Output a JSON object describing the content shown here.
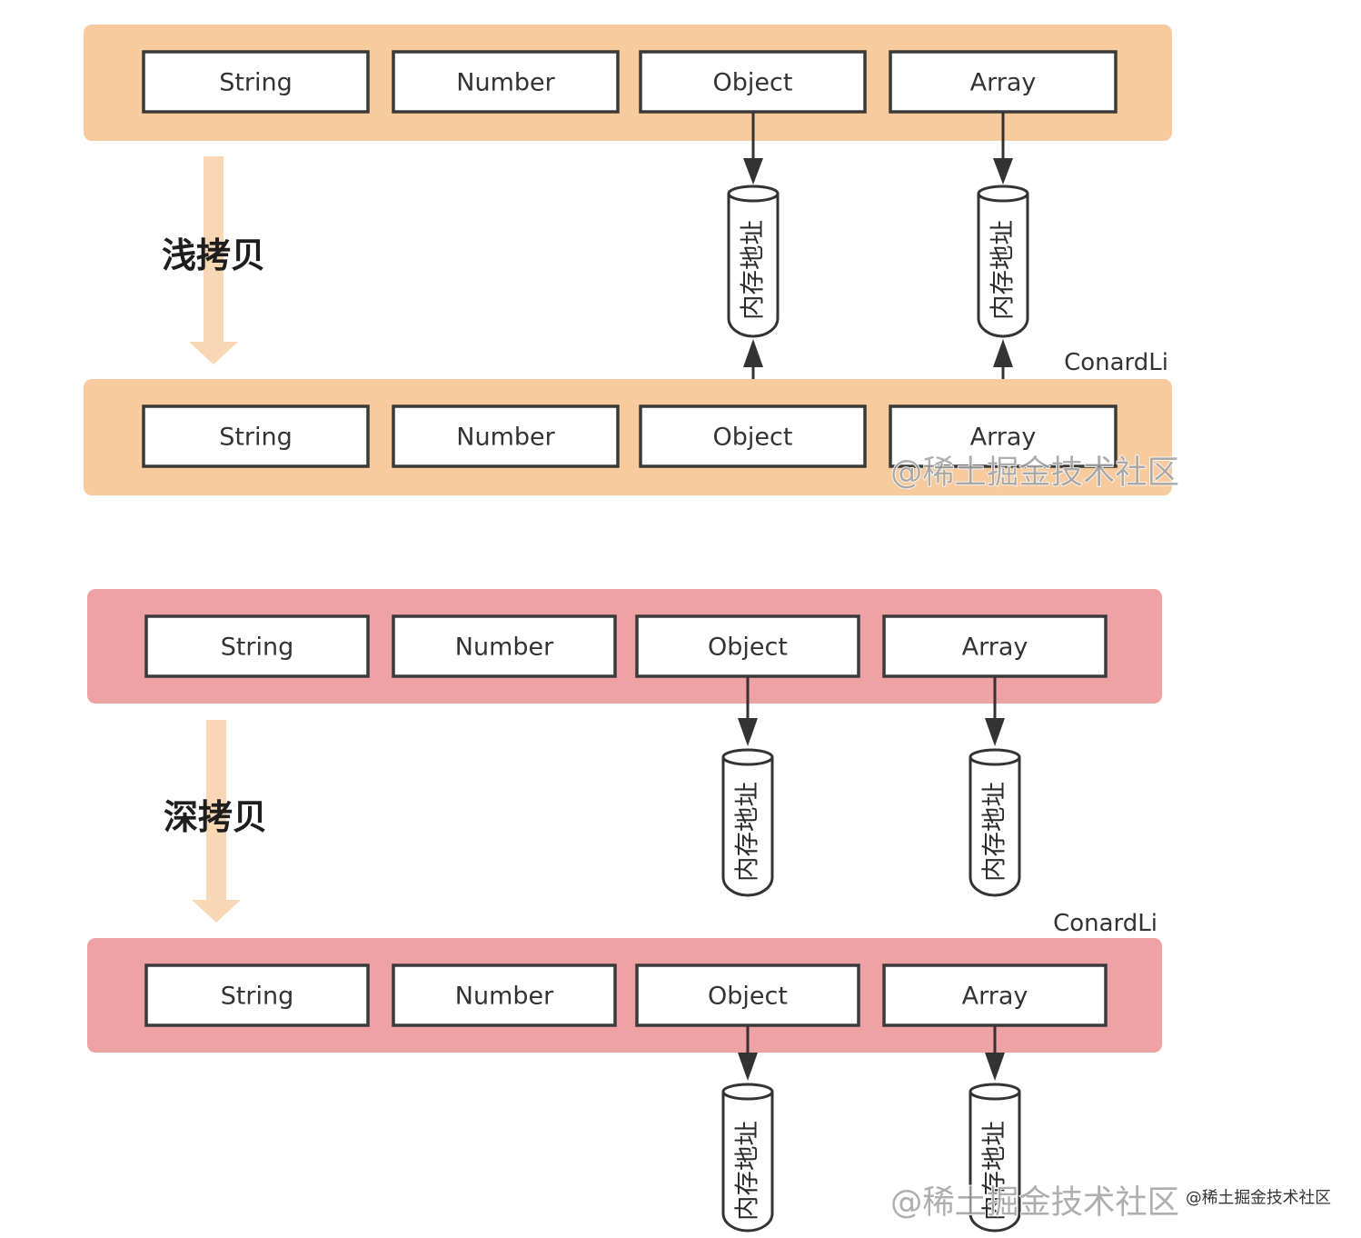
{
  "diagram": {
    "shallow_copy": {
      "label": "浅拷贝",
      "signature": "ConardLi",
      "original_row": [
        "String",
        "Number",
        "Object",
        "Array"
      ],
      "copy_row": [
        "String",
        "Number",
        "Object",
        "Array"
      ],
      "memory_label": "内存地址"
    },
    "deep_copy": {
      "label": "深拷贝",
      "signature": "ConardLi",
      "original_row": [
        "String",
        "Number",
        "Object",
        "Array"
      ],
      "copy_row": [
        "String",
        "Number",
        "Object",
        "Array"
      ],
      "memory_label": "内存地址"
    }
  },
  "watermarks": [
    "@稀土掘金技术社区",
    "@稀土掘金技术社区",
    "@稀土掘金技术社区"
  ],
  "colors": {
    "shallow_band": "#F8CB9E",
    "deep_band": "#EFA2A4",
    "flow_arrow": "#F8D3AC",
    "box_border": "#3a3a3a",
    "connector": "#333333"
  }
}
